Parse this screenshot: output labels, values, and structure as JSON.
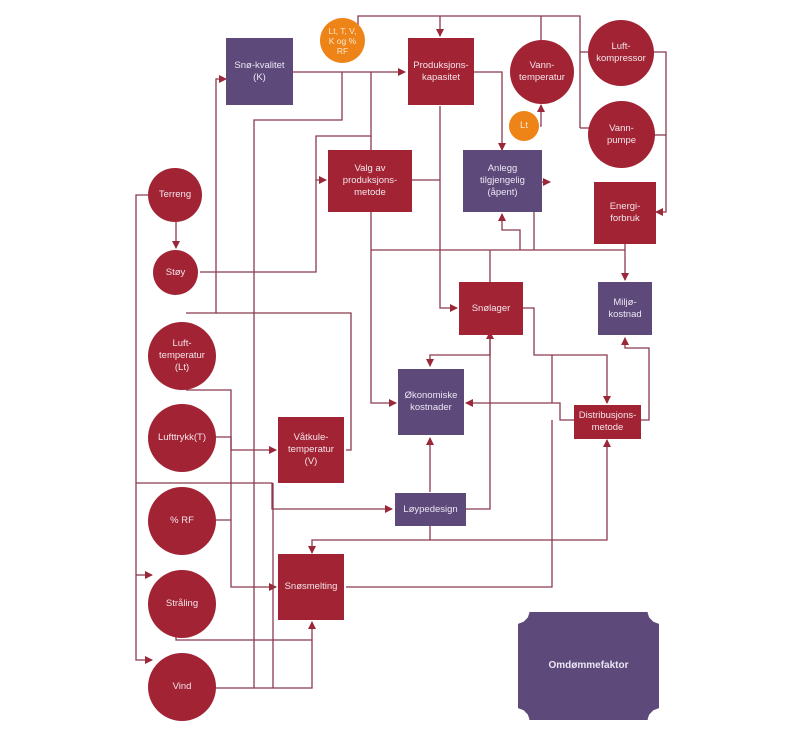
{
  "colors": {
    "factor_red": "#a22434",
    "outcome_purple": "#5e4a7a",
    "input_orange": "#ee8418",
    "connector": "#8b3a4e"
  },
  "nodes": {
    "sno_kvalitet": "Snø-kvalitet\n(K)",
    "inputs_badge": "Lt, T, V,\nK og %\nRF",
    "produksjonskapasitet": "Produksjons-\nkapasitet",
    "vanntemperatur": "Vann-\ntemperatur",
    "luftkompressor": "Luft-\nkompressor",
    "lt_badge": "Lt",
    "vannpumpe": "Vann-\npumpe",
    "valg_av_produksjonsmetode": "Valg av\nproduksjons-\nmetode",
    "anlegg_tilgjengelig": "Anlegg\ntilgjengelig\n(åpent)",
    "energiforbruk": "Energi-\nforbruk",
    "terreng": "Terreng",
    "stoy": "Støy",
    "snolager": "Snølager",
    "miljokostnad": "Miljø-\nkostnad",
    "lufttemperatur": "Luft-\ntemperatur\n(Lt)",
    "okonomiske_kostnader": "Økonomiske\nkostnader",
    "distribusjonsmetode": "Distribusjons-\nmetode",
    "lufttrykk": "Lufttrykk(T)",
    "vatkuletemperatur": "Våtkule-\ntemperatur\n(V)",
    "prosent_rf": "% RF",
    "loypedesign": "Løypedesign",
    "snosmelting": "Snøsmelting",
    "straling": "Stråling",
    "vind": "Vind",
    "omdommefaktor": "Omdømmefaktor"
  }
}
